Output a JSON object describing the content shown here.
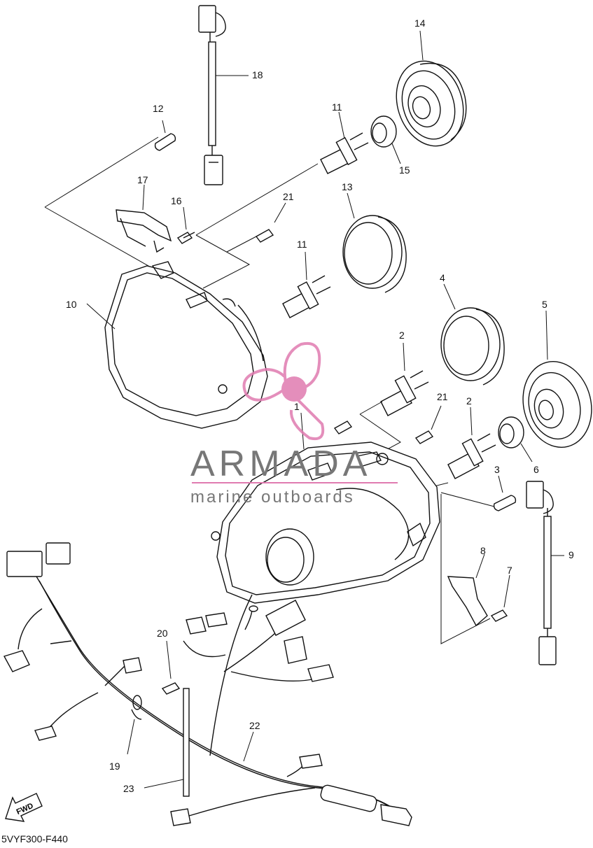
{
  "callouts": [
    {
      "label": "14"
    },
    {
      "label": "18"
    },
    {
      "label": "12"
    },
    {
      "label": "11"
    },
    {
      "label": "15"
    },
    {
      "label": "17"
    },
    {
      "label": "16"
    },
    {
      "label": "21"
    },
    {
      "label": "13"
    },
    {
      "label": "11"
    },
    {
      "label": "10"
    },
    {
      "label": "4"
    },
    {
      "label": "5"
    },
    {
      "label": "2"
    },
    {
      "label": "1"
    },
    {
      "label": "21"
    },
    {
      "label": "2"
    },
    {
      "label": "3"
    },
    {
      "label": "6"
    },
    {
      "label": "8"
    },
    {
      "label": "7"
    },
    {
      "label": "9"
    },
    {
      "label": "20"
    },
    {
      "label": "22"
    },
    {
      "label": "19"
    },
    {
      "label": "23"
    }
  ],
  "watermark": {
    "brand": "ARMADA",
    "tagline": "marine outboards",
    "color": "#e07bb0"
  },
  "fwd_label": "FWD",
  "drawing_code": "5VYF300-F440"
}
